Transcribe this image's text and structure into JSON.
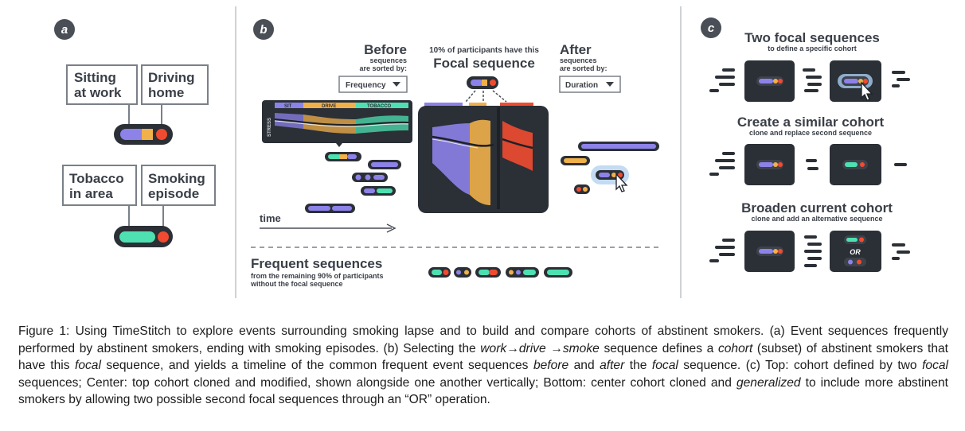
{
  "panels": {
    "a": {
      "label": "a",
      "box_sitting_line1": "Sitting",
      "box_sitting_line2": "at work",
      "box_driving_line1": "Driving",
      "box_driving_line2": "home",
      "box_tobacco_line1": "Tobacco",
      "box_tobacco_line2": "in area",
      "box_smoking_line1": "Smoking",
      "box_smoking_line2": "episode"
    },
    "b": {
      "label": "b",
      "before_title": "Before",
      "before_sub1": "sequences",
      "before_sub2": "are sorted by:",
      "before_dropdown": "Frequency",
      "focal_pct": "10% of participants have this",
      "focal_title": "Focal sequence",
      "after_title": "After",
      "after_sub1": "sequences",
      "after_sub2": "are sorted by:",
      "after_dropdown": "Duration",
      "stress_label": "STRESS",
      "band_sit": "SIT",
      "band_drive": "DRIVE",
      "band_tobacco": "TOBACCO",
      "time_label": "time",
      "frequent_title": "Frequent sequences",
      "frequent_sub1": "from the remaining 90% of participants",
      "frequent_sub2": "without the focal sequence"
    },
    "c": {
      "label": "c",
      "row1_title": "Two focal sequences",
      "row1_sub": "to define a specific cohort",
      "row2_title": "Create a similar cohort",
      "row2_sub": "clone and replace second sequence",
      "row3_title": "Broaden current cohort",
      "row3_sub": "clone and add an alternative sequence",
      "or_label": "OR"
    }
  },
  "caption": {
    "p1": "Figure 1: Using TimeStitch to explore events surrounding smoking lapse and to build and compare cohorts of abstinent smokers. (a) Event sequences frequently performed by abstinent smokers, ending with smoking episodes. (b) Selecting the ",
    "i1": "work",
    "p2": "→",
    "i2": "drive",
    "p3": " →",
    "i3": "smoke",
    "p4": " sequence defines a ",
    "i4": "cohort",
    "p5": " (subset) of abstinent smokers that have this ",
    "i5": "focal",
    "p6": " sequence, and yields a timeline of the common frequent event sequences ",
    "i6": "before",
    "p7": " and ",
    "i7": "after",
    "p8": " the ",
    "i8": "focal",
    "p9": " sequence. (c) Top: cohort defined by two ",
    "i9": "focal",
    "p10": " sequences; Center: top cohort cloned and modified, shown alongside one another vertically; Bottom: center cohort cloned and ",
    "i10": "generalized",
    "p11": " to include more abstinent smokers by allowing two possible second focal sequences through an “OR” operation."
  },
  "colors": {
    "dark": "#2b2f36",
    "purple": "#8c82e8",
    "orange": "#f0b04a",
    "red": "#f04b30",
    "teal": "#4ee0b0",
    "gray": "#9aa0a8"
  }
}
